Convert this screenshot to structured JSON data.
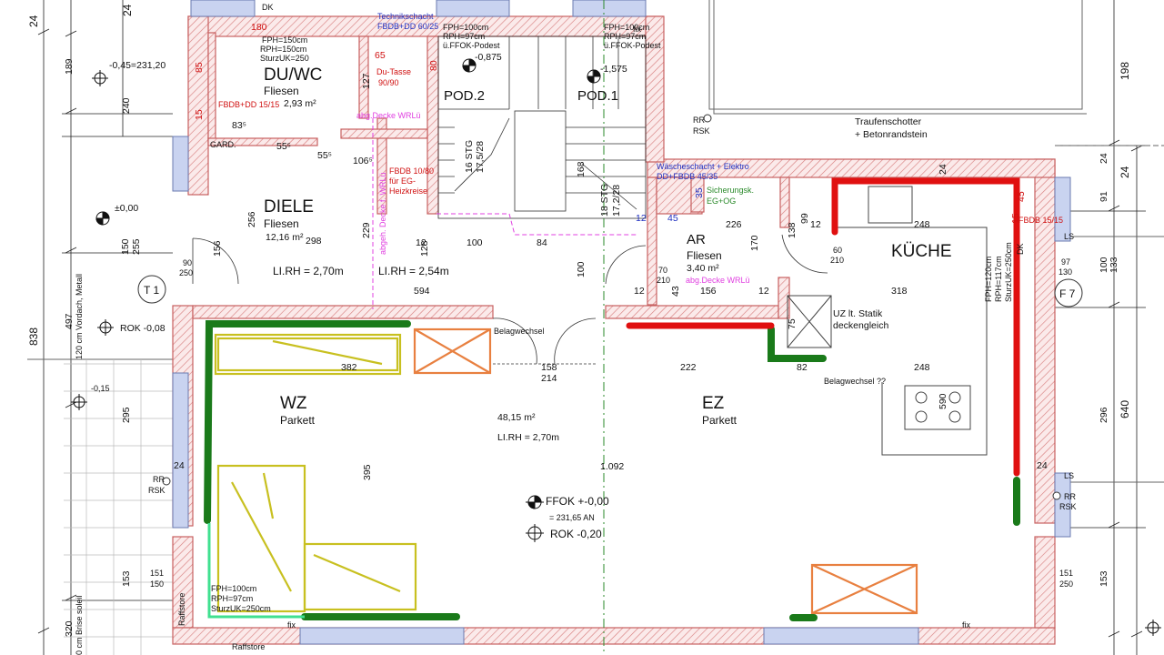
{
  "rooms": {
    "du_wc": {
      "name": "DU/WC",
      "floor": "Fliesen",
      "area": "2,93 m²"
    },
    "diele": {
      "name": "DIELE",
      "floor": "Fliesen",
      "area": "12,16 m²",
      "height": "LI.RH = 2,70m"
    },
    "pod2": {
      "name": "POD.2"
    },
    "pod1": {
      "name": "POD.1"
    },
    "ar": {
      "name": "AR",
      "floor": "Fliesen",
      "area": "3,40 m²"
    },
    "kueche": {
      "name": "KÜCHE"
    },
    "wz": {
      "name": "WZ",
      "floor": "Parkett"
    },
    "ez": {
      "name": "EZ",
      "floor": "Parkett"
    },
    "main": {
      "area": "48,15 m²",
      "height": "LI.RH = 2,70m"
    }
  },
  "levels": {
    "ffok": "FFOK +-0,00",
    "ffok_an": "= 231,65 AN",
    "rok_020": "ROK -0,20",
    "rok_008": "ROK -0,08",
    "null": "±0,00",
    "pod2": "-0,875",
    "pod1": "-1,575",
    "ext_045": "-0,45=231,20",
    "ext_015": "-0,15"
  },
  "annotations": {
    "technikschacht": "Technikschacht",
    "technik_fbdb": "FBDB+DD 60/25",
    "du_tasse": "Du-Tasse",
    "du_tasse_size": "90/90",
    "abg_decke_wrl": "abg.Decke WRLü",
    "abg_decke_ar": "abg.Decke WRLü",
    "abgeh_decke": "abgeh. Decke f. WRLü",
    "fbdb_eg": "FBDB 10/80",
    "fbdb_eg2": "für EG-",
    "fbdb_eg3": "Heizkreise",
    "fbdb_dd": "FBDB+DD 15/15",
    "fbdb_kueche": "FBDB 15/15",
    "waschschacht": "Wäscheschacht + Elektro",
    "waschschacht2": "DD+FBDB 45/35",
    "sicherung": "Sicherungsk.",
    "sicherung2": "EG+OG",
    "uz_statik": "UZ lt. Statik",
    "uz_statik2": "deckengleich",
    "belagwechsel": "Belagwechsel",
    "belagwechsel2": "Belagwechsel ??",
    "traufe": "Traufenschotter",
    "traufe2": "+ Betonrandstein",
    "rr_rsk": "RR",
    "rsk": "RSK",
    "raffstore": "Raffstore",
    "raffstore2": "Raffstore",
    "vordach": "120 cm Vordach, Metall",
    "brise": "0 cm Brise soleil",
    "stg16": "16 STG",
    "stg16b": "17,5/28",
    "stg18": "18 STG",
    "stg18b": "17,2/28",
    "lirh_254": "LI.RH = 2,54m",
    "fph_wz": "FPH=100cm",
    "rph_wz": "RPH=97cm",
    "sturz_wz": "SturzUK=250cm",
    "fph_k": "FPH=120cm",
    "rph_k": "RPH=117cm",
    "sturz_k": "SturzUK=250cm",
    "fph_pod2": "FPH=100cm",
    "rph_pod2": "RPH=97cm",
    "ffok_pod2": "ü.FFOK-Podest",
    "fph_pod1": "FPH=100cm",
    "rph_pod1": "RPH=97cm",
    "ffok_pod1": "ü.FFOK-Podest",
    "fph_wc": "FPH=150cm",
    "rph_wc": "RPH=150cm",
    "sturz_wc": "SturzUK=250",
    "t1": "T 1",
    "f7": "F 7",
    "ls": "LS",
    "ls2": "LS",
    "dk": "DK",
    "dk2": "DK",
    "gard": "GARD.",
    "fix": "fix"
  },
  "dims": {
    "d1092": "1.092",
    "d594": "594",
    "d318": "318",
    "d382": "382",
    "d222": "222",
    "d248": "248",
    "d248b": "248",
    "d226": "226",
    "d158": "158",
    "d214": "214",
    "d156": "156",
    "d395": "395",
    "d256": "256",
    "d229": "229",
    "d298": "298",
    "d100": "100",
    "d84": "84",
    "d128": "128",
    "d838": "838",
    "d640": "640",
    "d198": "198",
    "d296": "296",
    "d255": "255",
    "d295": "295",
    "d189": "189",
    "d240": "240",
    "d497": "497",
    "d320": "320",
    "d153": "153",
    "d153b": "153",
    "d133": "133",
    "d100b": "100",
    "d24": "24",
    "d91": "91",
    "d590": "590",
    "d82": "82",
    "d170": "170",
    "d138": "138",
    "d99": "99",
    "d168": "168",
    "d60_210": "60",
    "d210": "210",
    "d70": "70",
    "d90": "90",
    "d250": "250",
    "d151": "151",
    "d150": "150",
    "d97": "97",
    "d130": "130",
    "d1065": "106⁵",
    "d835": "83⁵",
    "d555": "55⁵",
    "d12": "12",
    "d43": "43",
    "d75": "75",
    "d45": "45",
    "d35": "35",
    "d180": "180",
    "d85": "85",
    "d15": "15",
    "d65": "65",
    "d127": "127",
    "d80": "80"
  },
  "colors": {
    "wall": "#c76060",
    "hatch": "#d88080",
    "window": "#c9d3f0",
    "green_bar": "#1a7a1a",
    "red_bar": "#e01010",
    "light_green": "#40e090",
    "olive": "#c8c020",
    "orange": "#e88040",
    "magenta": "#e040e0",
    "blue": "#2030c0",
    "green_text": "#2a8a2a",
    "red_text": "#d01010"
  }
}
